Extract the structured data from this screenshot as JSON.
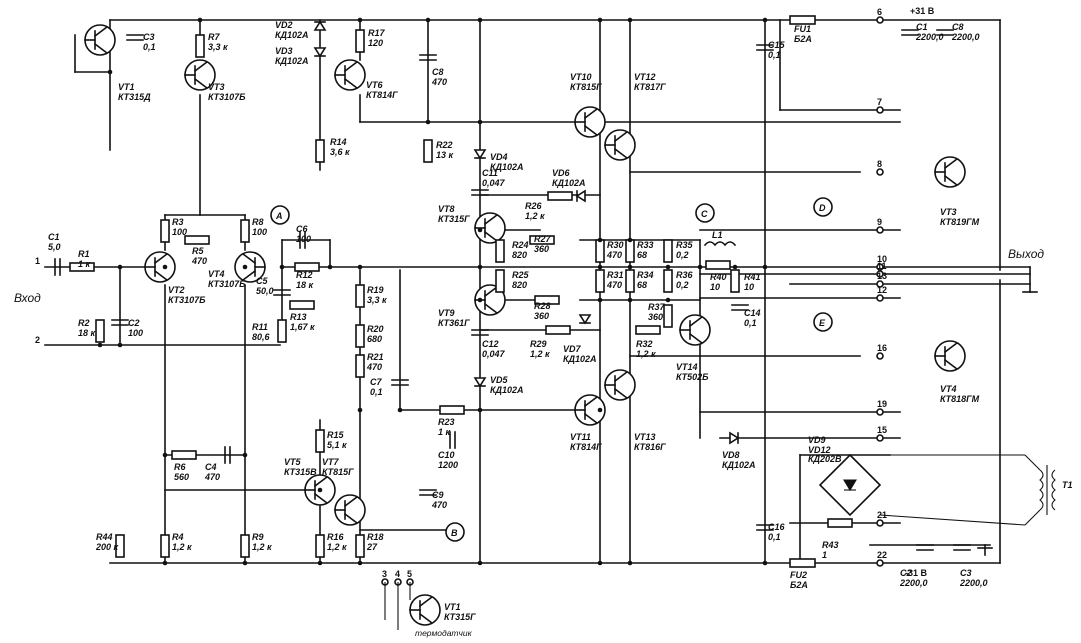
{
  "parts": {
    "vt1a": [
      "VT1",
      "КТ315Д"
    ],
    "c3a": [
      "C3",
      "0,1"
    ],
    "r7": [
      "R7",
      "3,3 к"
    ],
    "vt3a": [
      "VT3",
      "КТ3107Б"
    ],
    "vd2": [
      "VD2",
      "КД102А"
    ],
    "vd3": [
      "VD3",
      "КД102А"
    ],
    "r17": [
      "R17",
      "120"
    ],
    "vt6": [
      "VT6",
      "КТ814Г"
    ],
    "c8a": [
      "C8",
      "470"
    ],
    "r14": [
      "R14",
      "3,6 к"
    ],
    "r22": [
      "R22",
      "13 к"
    ],
    "vd4": [
      "VD4",
      "КД102А"
    ],
    "vt10": [
      "VT10",
      "КТ815Г"
    ],
    "vt12": [
      "VT12",
      "КТ817Г"
    ],
    "c15": [
      "C15",
      "0,1"
    ],
    "fu1": [
      "FU1",
      "Б2А"
    ],
    "c1p": [
      "C1",
      "2200,0"
    ],
    "c8p": [
      "C8",
      "2200,0"
    ],
    "c11": [
      "C11",
      "0,047"
    ],
    "vt8": [
      "VT8",
      "КТ315Г"
    ],
    "vd6": [
      "VD6",
      "КД102А"
    ],
    "r26": [
      "R26",
      "1,2 к"
    ],
    "vt3b": [
      "VT3",
      "КТ819ГМ"
    ],
    "r3": [
      "R3",
      "100"
    ],
    "r8": [
      "R8",
      "100"
    ],
    "r5": [
      "R5",
      "470"
    ],
    "vt2": [
      "VT2",
      "КТ3107Б"
    ],
    "vt4a": [
      "VT4",
      "КТ3107Б"
    ],
    "c6": [
      "C6",
      "100"
    ],
    "r12": [
      "R12",
      "18 к"
    ],
    "c5": [
      "C5",
      "50,0"
    ],
    "r13": [
      "R13",
      "1,67 к"
    ],
    "r11": [
      "R11",
      "80,6"
    ],
    "c1": [
      "C1",
      "5,0"
    ],
    "r1": [
      "R1",
      "1 к"
    ],
    "r2": [
      "R2",
      "18 к"
    ],
    "c2": [
      "C2",
      "100"
    ],
    "r24": [
      "R24",
      "820"
    ],
    "r27": [
      "R27",
      "360"
    ],
    "r25": [
      "R25",
      "820"
    ],
    "r28": [
      "R28",
      "360"
    ],
    "r30": [
      "R30",
      "470"
    ],
    "r33": [
      "R33",
      "68"
    ],
    "r35": [
      "R35",
      "0,2"
    ],
    "l1": [
      "L1",
      ""
    ],
    "r40": [
      "R40",
      "10"
    ],
    "r41": [
      "R41",
      "10"
    ],
    "r31": [
      "R31",
      "470"
    ],
    "r34": [
      "R34",
      "68"
    ],
    "r36": [
      "R36",
      "0,2"
    ],
    "r37": [
      "R37",
      "360"
    ],
    "c14": [
      "C14",
      "0,1"
    ],
    "r19": [
      "R19",
      "3,3 к"
    ],
    "r20": [
      "R20",
      "680"
    ],
    "r21": [
      "R21",
      "470"
    ],
    "c7": [
      "C7",
      "0,1"
    ],
    "vt9": [
      "VT9",
      "КТ361Г"
    ],
    "c12": [
      "C12",
      "0,047"
    ],
    "r29": [
      "R29",
      "1,2 к"
    ],
    "vd7": [
      "VD7",
      "КД102А"
    ],
    "r32": [
      "R32",
      "1,2 к"
    ],
    "vt14": [
      "VT14",
      "КТ502Б"
    ],
    "vt4b": [
      "VT4",
      "КТ818ГМ"
    ],
    "vd5": [
      "VD5",
      "КД102А"
    ],
    "r23": [
      "R23",
      "1 к"
    ],
    "vt11": [
      "VT11",
      "КТ814Г"
    ],
    "vt13": [
      "VT13",
      "КТ816Г"
    ],
    "vd8": [
      "VD8",
      "КД102А"
    ],
    "c10": [
      "C10",
      "1200"
    ],
    "r6": [
      "R6",
      "560"
    ],
    "c4": [
      "C4",
      "470"
    ],
    "r15": [
      "R15",
      "5,1 к"
    ],
    "vt5": [
      "VT5",
      "КТ315В"
    ],
    "vt7": [
      "VT7",
      "КТ815Г"
    ],
    "c9": [
      "C9",
      "470"
    ],
    "vd9": [
      "VD9",
      "VD12"
    ],
    "vd9type": [
      "",
      "КД202В"
    ],
    "c16": [
      "C16",
      "0,1"
    ],
    "r43": [
      "R43",
      "1"
    ],
    "t1": [
      "T1",
      ""
    ],
    "r44": [
      "R44",
      "200 к"
    ],
    "r4": [
      "R4",
      "1,2 к"
    ],
    "r9": [
      "R9",
      "1,2 к"
    ],
    "r16": [
      "R16",
      "1,2 к"
    ],
    "r18": [
      "R18",
      "27"
    ],
    "fu2": [
      "FU2",
      "Б2А"
    ],
    "c2p": [
      "C2",
      "2200,0"
    ],
    "c3p": [
      "C3",
      "2200,0"
    ],
    "vt1b": [
      "VT1",
      "КТ315Г"
    ]
  },
  "sensor_note": "термодатчик",
  "supply": {
    "plus": "+31 В",
    "minus": "-31 В"
  },
  "io": {
    "input": "Вход",
    "output": "Выход",
    "pin1": "1",
    "pin2": "2"
  },
  "testpoints": [
    "A",
    "B",
    "C",
    "D",
    "E"
  ],
  "terminals": [
    "6",
    "7",
    "8",
    "9",
    "10",
    "11",
    "13",
    "12",
    "16",
    "19",
    "15",
    "21",
    "22",
    "3",
    "4",
    "5"
  ]
}
